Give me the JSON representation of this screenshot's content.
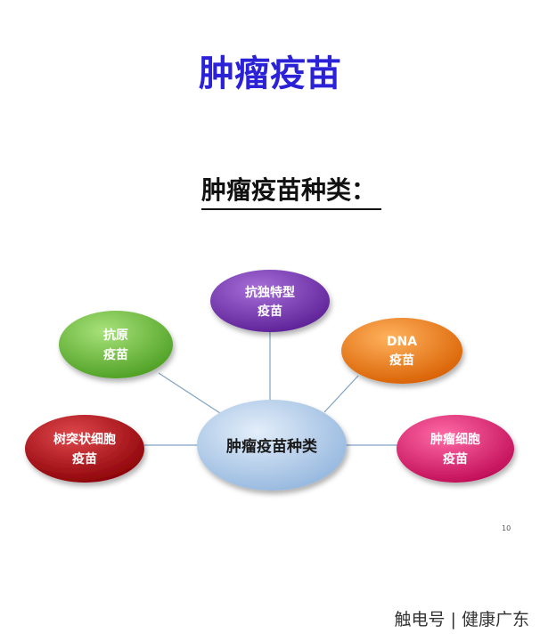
{
  "title": "肿瘤疫苗",
  "subtitle": "肿瘤疫苗种类：",
  "center_node": {
    "label": "肿瘤疫苗种类"
  },
  "nodes": [
    {
      "lines": [
        "抗独特型",
        "疫苗"
      ],
      "color": "#7a32b8"
    },
    {
      "lines": [
        "抗原",
        "疫苗"
      ],
      "color": "#6fc43a"
    },
    {
      "lines": [
        "DNA",
        "疫苗"
      ],
      "color": "#f07a0e"
    },
    {
      "lines": [
        "树突状细胞",
        "疫苗"
      ],
      "color": "#b00d12"
    },
    {
      "lines": [
        "肿瘤细胞",
        "疫苗"
      ],
      "color": "#e2186c"
    }
  ],
  "page_number": "10",
  "watermark": "触电号 | 健康广东"
}
